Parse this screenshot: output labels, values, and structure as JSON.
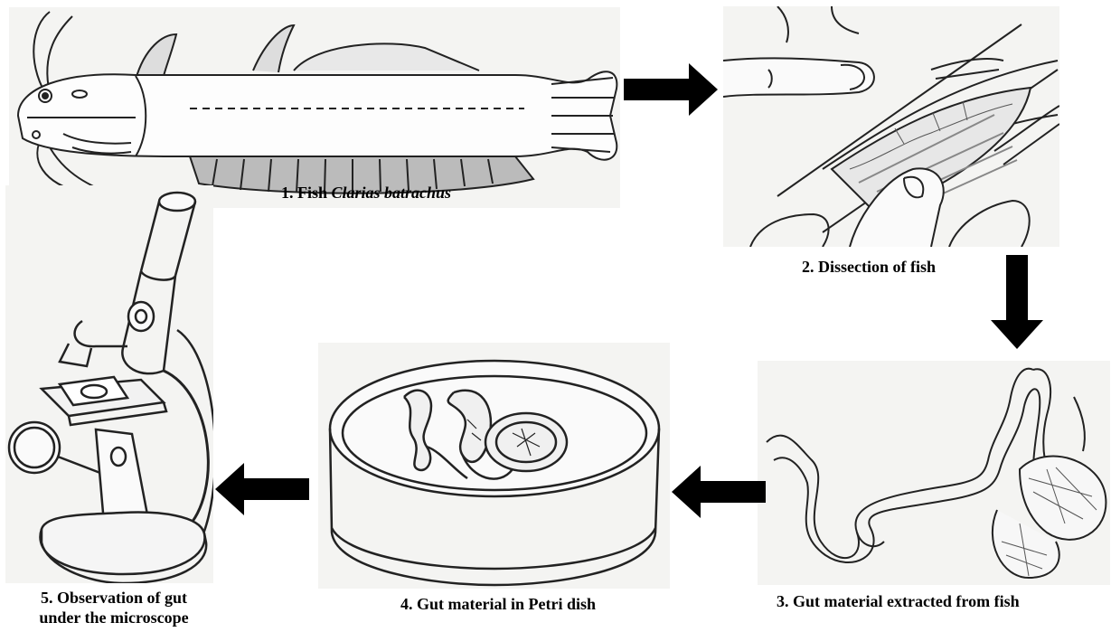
{
  "steps": [
    {
      "number": "1.",
      "text_plain": "Fish",
      "text_italic": "Clarias batrachus"
    },
    {
      "text": "2. Dissection of fish"
    },
    {
      "text": "3. Gut material extracted from fish"
    },
    {
      "text": "4. Gut material in Petri dish"
    },
    {
      "line1": "5. Observation of gut",
      "line2": "under the microscope"
    }
  ],
  "icons": {
    "fish": "fish-drawing",
    "dissection": "dissection-drawing",
    "gut": "gut-drawing",
    "petri": "petri-dish-drawing",
    "microscope": "microscope-drawing",
    "arrow": "block-arrow"
  }
}
